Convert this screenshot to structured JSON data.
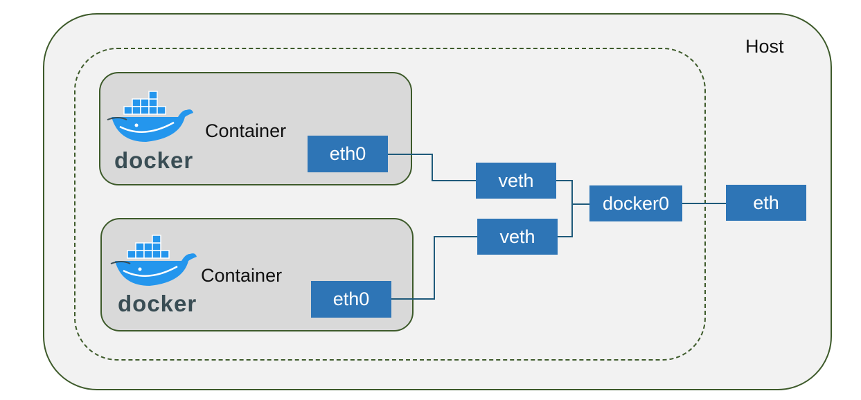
{
  "host": {
    "label": "Host"
  },
  "containers": [
    {
      "label": "Container",
      "logo_text": "docker",
      "iface": "eth0"
    },
    {
      "label": "Container",
      "logo_text": "docker",
      "iface": "eth0"
    }
  ],
  "veths": [
    {
      "label": "veth"
    },
    {
      "label": "veth"
    }
  ],
  "bridge": {
    "label": "docker0"
  },
  "external": {
    "label": "eth"
  },
  "colors": {
    "box": "#2e75b6",
    "line": "#1f5a7a",
    "border": "#3d5a2a",
    "whale": "#2496ed",
    "docker_text": "#394d54"
  }
}
